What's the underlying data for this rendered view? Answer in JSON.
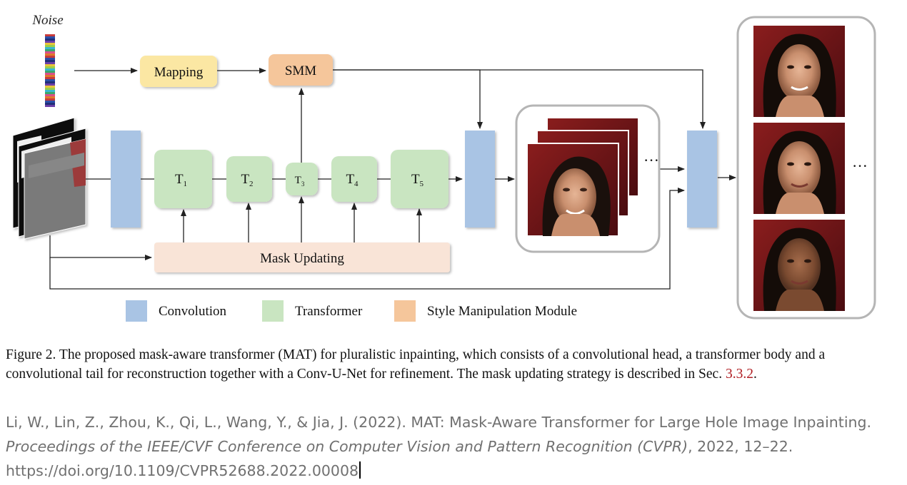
{
  "diagram": {
    "noise_label": "Noise",
    "mapping_label": "Mapping",
    "smm_label": "SMM",
    "transformers": [
      {
        "base": "T",
        "sub": "1"
      },
      {
        "base": "T",
        "sub": "2"
      },
      {
        "base": "T",
        "sub": "3"
      },
      {
        "base": "T",
        "sub": "4"
      },
      {
        "base": "T",
        "sub": "5"
      }
    ],
    "mask_updating_label": "Mask Updating",
    "ellipsis": "···",
    "legend": [
      {
        "label": "Convolution",
        "color": "#a9c4e4"
      },
      {
        "label": "Transformer",
        "color": "#c9e5c1"
      },
      {
        "label": "Style Manipulation Module",
        "color": "#f5c69b"
      }
    ],
    "colors": {
      "convolution": "#a9c4e4",
      "transformer": "#c9e5c1",
      "mapping": "#fbe7a3",
      "smm": "#f5c69b",
      "mask_updating": "#f9e4d7"
    }
  },
  "caption": {
    "text": "Figure 2.  The proposed mask-aware transformer (MAT) for pluralistic inpainting, which consists of a convolutional head, a transformer body and a convolutional tail for reconstruction together with a Conv-U-Net for refinement.  The mask updating strategy is described in Sec. ",
    "section_ref": "3.3.2",
    "end": "."
  },
  "citation": {
    "authors_title": "Li, W., Lin, Z., Zhou, K., Qi, L., Wang, Y., & Jia, J. (2022). MAT: Mask-Aware Transformer for Large Hole Image Inpainting. ",
    "venue": "Proceedings of the IEEE/CVF Conference on Computer Vision and Pattern Recognition (CVPR)",
    "rest": ", 2022, 12–22. https://doi.org/10.1109/CVPR52688.2022.00008"
  }
}
